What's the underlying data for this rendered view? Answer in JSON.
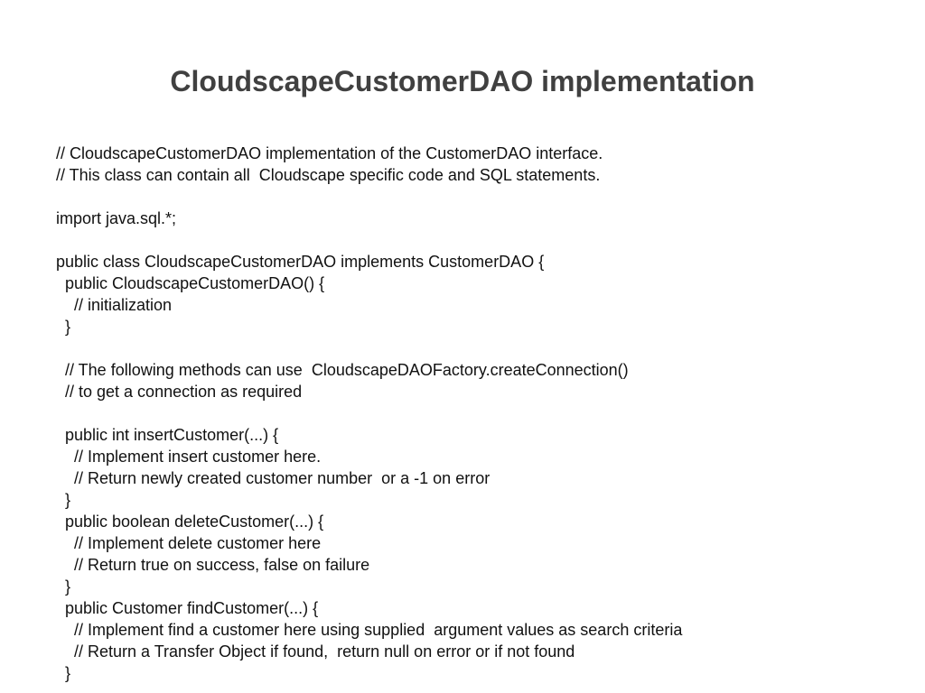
{
  "slide": {
    "title": "CloudscapeCustomerDAO implementation",
    "lines": [
      "// CloudscapeCustomerDAO implementation of the CustomerDAO interface.",
      "// This class can contain all  Cloudscape specific code and SQL statements.",
      "",
      "import java.sql.*;",
      "",
      "public class CloudscapeCustomerDAO implements CustomerDAO {",
      "  public CloudscapeCustomerDAO() {",
      "    // initialization",
      "  }",
      "",
      "  // The following methods can use  CloudscapeDAOFactory.createConnection()",
      "  // to get a connection as required",
      "",
      "  public int insertCustomer(...) {",
      "    // Implement insert customer here.",
      "    // Return newly created customer number  or a -1 on error",
      "  }",
      "  public boolean deleteCustomer(...) {",
      "    // Implement delete customer here",
      "    // Return true on success, false on failure",
      "  }",
      "  public Customer findCustomer(...) {",
      "    // Implement find a customer here using supplied  argument values as search criteria",
      "    // Return a Transfer Object if found,  return null on error or if not found",
      "  }"
    ]
  }
}
